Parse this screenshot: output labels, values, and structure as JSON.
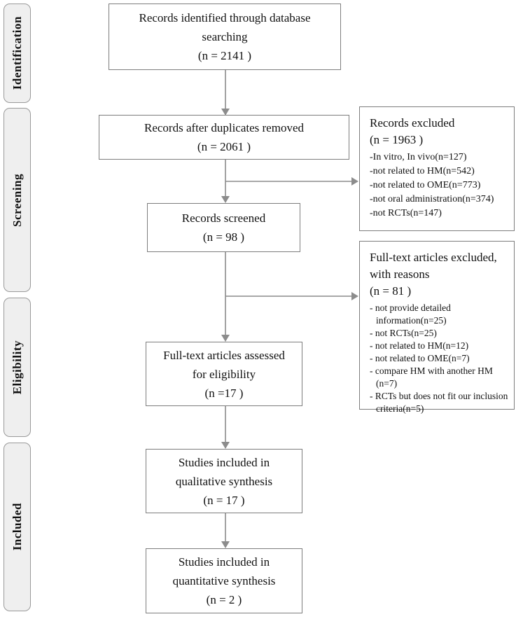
{
  "sidebar": {
    "stages": [
      {
        "label": "Identification"
      },
      {
        "label": "Screening"
      },
      {
        "label": "Eligibility"
      },
      {
        "label": "Included"
      }
    ]
  },
  "flow": {
    "boxes": [
      {
        "lines": [
          "Records identified through database",
          "searching",
          "(n = 2141 )"
        ]
      },
      {
        "lines": [
          "Records after duplicates removed",
          "(n = 2061 )"
        ]
      },
      {
        "lines": [
          "Records screened",
          "(n = 98 )"
        ]
      },
      {
        "lines": [
          "Full-text articles assessed",
          "for eligibility",
          "(n =17 )"
        ]
      },
      {
        "lines": [
          "Studies included in",
          "qualitative synthesis",
          "(n = 17 )"
        ]
      },
      {
        "lines": [
          "Studies included in",
          "quantitative synthesis",
          "(n = 2 )"
        ]
      }
    ]
  },
  "exclusions": [
    {
      "title_lines": [
        "Records excluded",
        "(n = 1963 )"
      ],
      "items": [
        "-In vitro, In vivo(n=127)",
        "-not related to HM(n=542)",
        "-not related to OME(n=773)",
        "-not oral administration(n=374)",
        "-not RCTs(n=147)"
      ]
    },
    {
      "title_lines": [
        "Full-text articles excluded,",
        "with reasons",
        "(n = 81 )"
      ],
      "items": [
        "- not provide detailed information(n=25)",
        "- not RCTs(n=25)",
        "- not related to HM(n=12)",
        "- not related to OME(n=7)",
        "- compare HM with another HM (n=7)",
        "- RCTs but does not fit our inclusion criteria(n=5)"
      ]
    }
  ],
  "colors": {
    "box_border": "#7d7d7d",
    "arrow": "#8c8c8c",
    "stage_fill": "#efefef",
    "stage_border": "#9a9a9a",
    "text": "#111111"
  }
}
